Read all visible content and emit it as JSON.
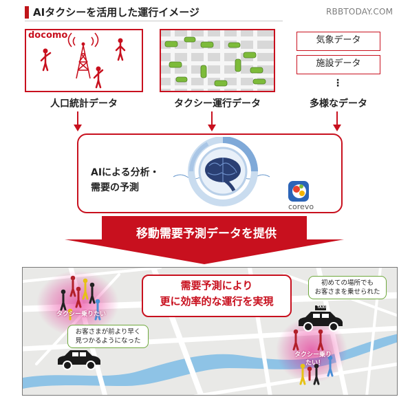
{
  "header": {
    "title": "AIタクシーを活用した運行イメージ",
    "watermark": "RBBTODAY.COM"
  },
  "sources": {
    "population": {
      "brand": "docomo",
      "label": "人口統計データ"
    },
    "taxi": {
      "label": "タクシー運行データ"
    },
    "various": {
      "items": [
        "気象データ",
        "施設データ"
      ],
      "ellipsis": "⋮",
      "label": "多様なデータ"
    }
  },
  "analysis": {
    "line1": "AIによる分析・",
    "line2": "需要の予測",
    "logo": "corevo"
  },
  "banner": {
    "label": "移動需要予測データを提供"
  },
  "map": {
    "callout_line1": "需要予測により",
    "callout_line2": "更に効率的な運行を実現",
    "bubble_left_line1": "お客さまが前より早く",
    "bubble_left_line2": "見つかるようになった",
    "bubble_right_line1": "初めての場所でも",
    "bubble_right_line2": "お客さまを乗せられた",
    "ride_left": "タクシー乗りたい",
    "ride_right_line1": "タクシー乗り",
    "ride_right_line2": "たい！",
    "taxi_sign": "TAXI"
  },
  "colors": {
    "accent_red": "#c8101e",
    "road": "#ffffff",
    "map_bg": "#e9e9e7",
    "river": "#8ec3e6",
    "hotspot": "#e4007f",
    "car_green": "#7dbb3a",
    "bubble_border": "#6ea83c"
  },
  "icons": [
    "antenna-tower-icon",
    "person-icon",
    "car-icon",
    "brain-icon",
    "taxi-icon",
    "down-arrow-icon"
  ]
}
